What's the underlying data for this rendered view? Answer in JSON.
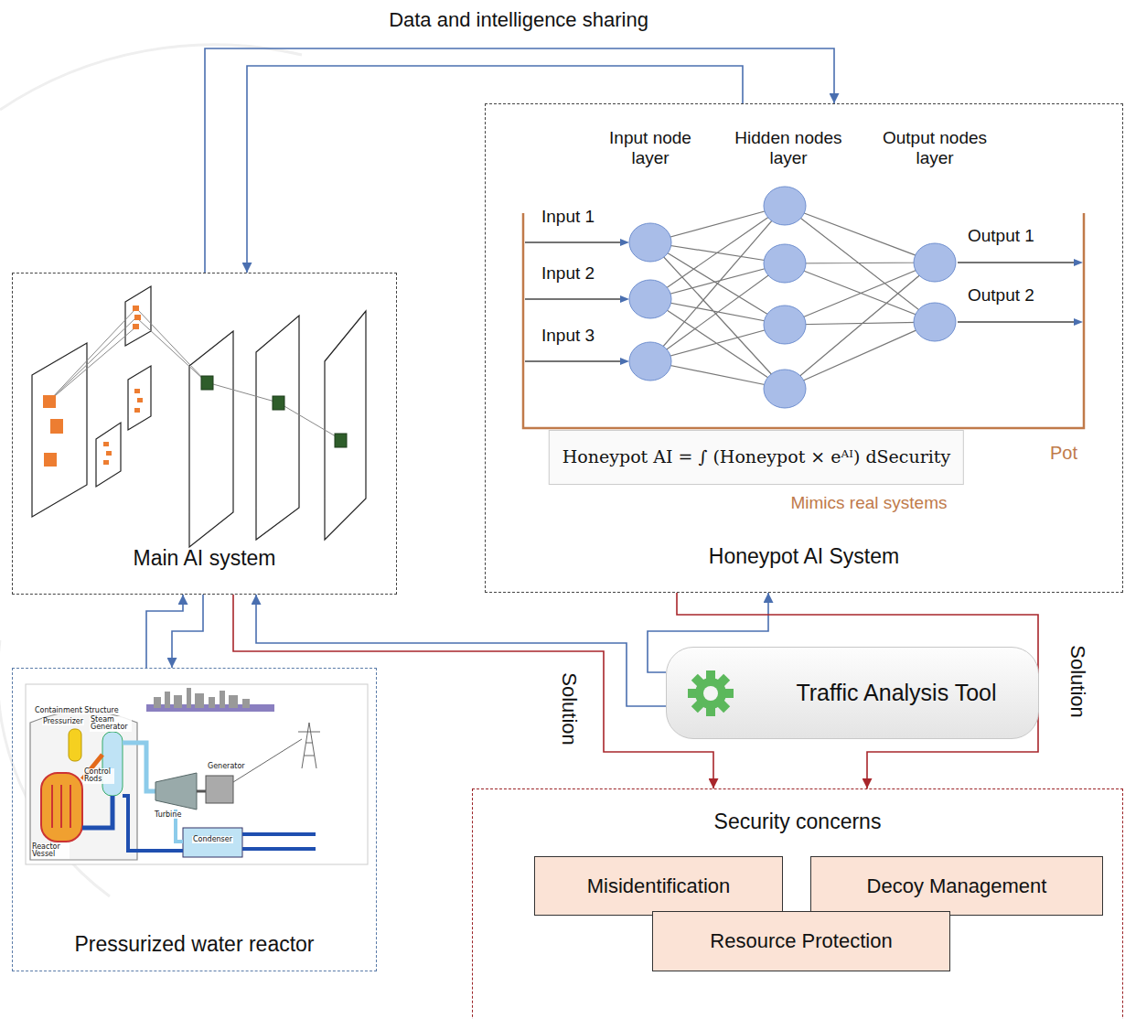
{
  "diagram": {
    "nodes": [
      {
        "text": [
          "Main AI system"
        ]
      },
      {
        "text": [
          "Honeypot AI System"
        ]
      },
      {
        "text": [
          "Pressurized water reactor"
        ]
      },
      {
        "text": [
          "Traffic Analysis Tool"
        ]
      },
      {
        "text": [
          "Security concerns"
        ]
      },
      {
        "text": [
          "Misidentification"
        ],
        "in": 4
      },
      {
        "text": [
          "Decoy Management"
        ],
        "in": 4
      },
      {
        "text": [
          "Resource Protection"
        ],
        "in": 4
      }
    ],
    "edges": [
      {
        "from": 0,
        "to": 1,
        "arrow": "to",
        "label": "Data and intelligence sharing"
      },
      {
        "from": 1,
        "to": 0,
        "arrow": "to"
      },
      {
        "from": 2,
        "to": 0,
        "arrow": "to"
      },
      {
        "from": 0,
        "to": 2,
        "arrow": "to"
      },
      {
        "from": 3,
        "to": 0,
        "arrow": "to"
      },
      {
        "from": 3,
        "to": 1,
        "arrow": "to"
      },
      {
        "from": 0,
        "to": 4,
        "arrow": "to",
        "label": "Solution"
      },
      {
        "from": 1,
        "to": 4,
        "arrow": "to",
        "label": "Solution"
      }
    ],
    "labels": [
      "Input node layer",
      "Hidden nodes layer",
      "Output nodes layer",
      "Input 1",
      "Input 2",
      "Input 3",
      "Output 1",
      "Output 2",
      "Honeypot AI = ∫ (Honeypot × eᴬᴵ) dSecurity",
      "Pot",
      "Mimics real systems",
      "Containment Structure",
      "Pressurizer",
      "Steam Generator",
      "Control Rods",
      "Reactor Vessel",
      "Turbine",
      "Generator",
      "Condenser"
    ]
  }
}
